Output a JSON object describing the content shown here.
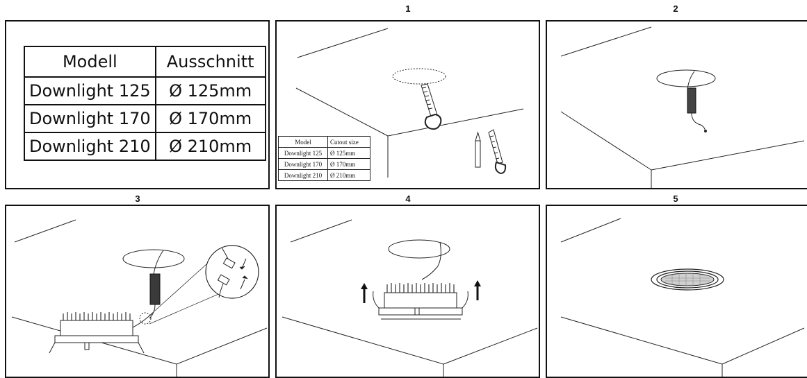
{
  "main_table": {
    "headers": [
      "Modell",
      "Ausschnitt"
    ],
    "rows": [
      [
        "Downlight 125",
        "Ø 125mm"
      ],
      [
        "Downlight 170",
        "Ø 170mm"
      ],
      [
        "Downlight 210",
        "Ø 210mm"
      ]
    ]
  },
  "small_table": {
    "headers": [
      "Model",
      "Cutout size"
    ],
    "rows": [
      [
        "Downlight 125",
        "Ø 125mm"
      ],
      [
        "Downlight 170",
        "Ø 170mm"
      ],
      [
        "Downlight 210",
        "Ø 210mm"
      ]
    ]
  },
  "steps": [
    "1",
    "2",
    "3",
    "4",
    "5"
  ]
}
